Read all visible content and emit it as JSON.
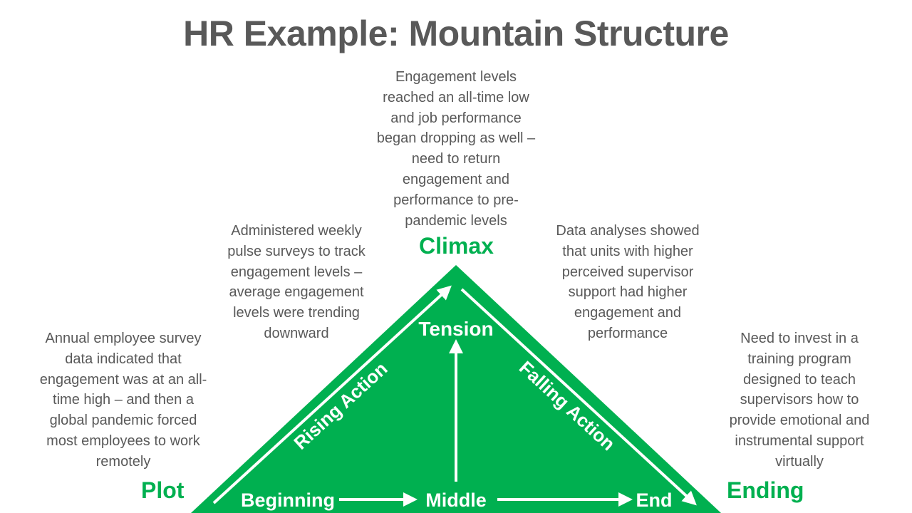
{
  "title": "HR Example: Mountain Structure",
  "colors": {
    "triangle": "#00b050",
    "stage": "#00b050",
    "text": "#595959",
    "arrow": "#ffffff"
  },
  "stages": {
    "plot": "Plot",
    "climax": "Climax",
    "ending": "Ending"
  },
  "diagram": {
    "tension": "Tension",
    "rising_action": "Rising Action",
    "falling_action": "Falling Action",
    "beginning": "Beginning",
    "middle": "Middle",
    "end": "End"
  },
  "notes": {
    "plot": "Annual employee survey data indicated that engagement was at an all-time high – and then a global pandemic forced most employees to work remotely",
    "rising": "Administered weekly pulse surveys to track engagement levels – average engagement levels were trending downward",
    "climax": "Engagement levels reached an all-time low and job performance began dropping as well – need to return engagement and performance to pre-pandemic levels",
    "falling": "Data analyses showed that units with higher perceived supervisor support had higher engagement and performance",
    "ending": "Need to invest in a training program designed to teach supervisors how to provide emotional and instrumental support virtually"
  }
}
